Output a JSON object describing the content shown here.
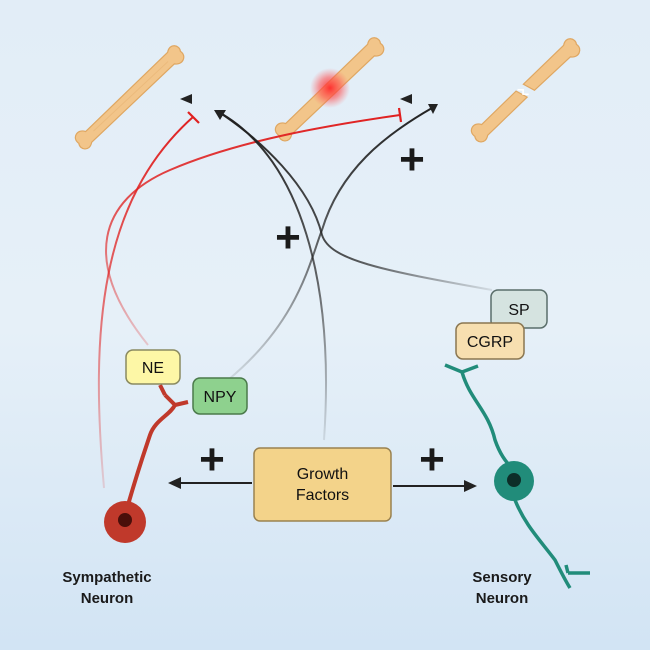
{
  "neurons": {
    "sympathetic": {
      "line1": "Sympathetic",
      "line2": "Neuron",
      "color": "#c0392b"
    },
    "sensory": {
      "line1": "Sensory",
      "line2": "Neuron",
      "color": "#218c7a"
    }
  },
  "boxes": {
    "ne": "NE",
    "npy": "NPY",
    "cgrp": "CGRP",
    "sp": "SP",
    "growth_line1": "Growth",
    "growth_line2": "Factors"
  },
  "signs": {
    "plus": "+"
  },
  "colors": {
    "bone": "#f2c58a",
    "bone_outline": "#e0a860",
    "inhibit": "#e02020",
    "stimulate": "#222222",
    "ne_box": "#fdf7a6",
    "npy_box": "#8ed18e",
    "cgrp_box": "#f7dfb0",
    "sp_box": "#d5e3e0",
    "growth_box": "#f3d38a"
  }
}
